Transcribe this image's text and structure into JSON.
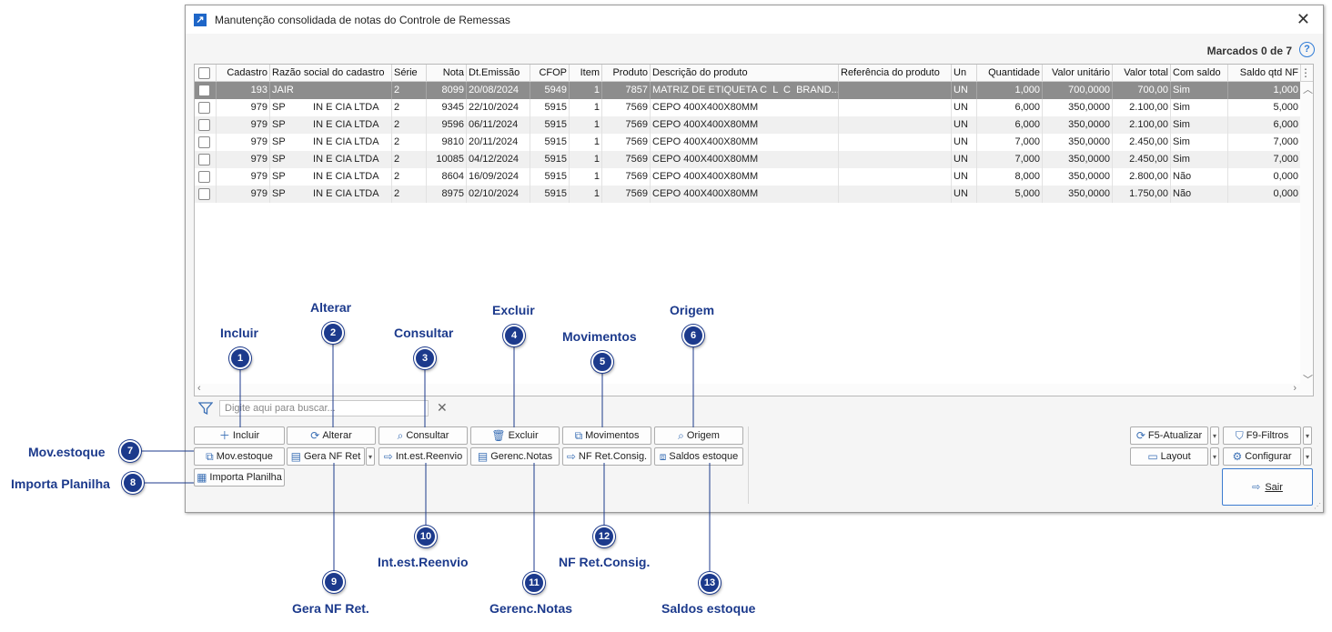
{
  "window": {
    "title": "Manutenção consolidada de notas do Controle de Remessas",
    "marked_label": "Marcados 0 de 7",
    "close_label": "✕",
    "help_label": "?"
  },
  "grid": {
    "headers": [
      "Cadastro",
      "Razão social do cadastro",
      "Série",
      "Nota",
      "Dt.Emissão",
      "CFOP",
      "Item",
      "Produto",
      "Descrição do produto",
      "Referência do produto",
      "Un",
      "Quantidade",
      "Valor unitário",
      "Valor total",
      "Com saldo",
      "Saldo qtd NF"
    ],
    "rows": [
      [
        "193",
        "JAIR",
        "2",
        "8099",
        "20/08/2024",
        "5949",
        "1",
        "7857",
        "MATRIZ DE ETIQUETA C  L  C  BRAND...",
        "",
        "UN",
        "1,000",
        "700,0000",
        "700,00",
        "Sim",
        "1,000"
      ],
      [
        "979",
        "SP          IN E CIA LTDA",
        "2",
        "9345",
        "22/10/2024",
        "5915",
        "1",
        "7569",
        "CEPO 400X400X80MM",
        "",
        "UN",
        "6,000",
        "350,0000",
        "2.100,00",
        "Sim",
        "5,000"
      ],
      [
        "979",
        "SP          IN E CIA LTDA",
        "2",
        "9596",
        "06/11/2024",
        "5915",
        "1",
        "7569",
        "CEPO 400X400X80MM",
        "",
        "UN",
        "6,000",
        "350,0000",
        "2.100,00",
        "Sim",
        "6,000"
      ],
      [
        "979",
        "SP          IN E CIA LTDA",
        "2",
        "9810",
        "20/11/2024",
        "5915",
        "1",
        "7569",
        "CEPO 400X400X80MM",
        "",
        "UN",
        "7,000",
        "350,0000",
        "2.450,00",
        "Sim",
        "7,000"
      ],
      [
        "979",
        "SP          IN E CIA LTDA",
        "2",
        "10085",
        "04/12/2024",
        "5915",
        "1",
        "7569",
        "CEPO 400X400X80MM",
        "",
        "UN",
        "7,000",
        "350,0000",
        "2.450,00",
        "Sim",
        "7,000"
      ],
      [
        "979",
        "SP          IN E CIA LTDA",
        "2",
        "8604",
        "16/09/2024",
        "5915",
        "1",
        "7569",
        "CEPO 400X400X80MM",
        "",
        "UN",
        "8,000",
        "350,0000",
        "2.800,00",
        "Não",
        "0,000"
      ],
      [
        "979",
        "SP          IN E CIA LTDA",
        "2",
        "8975",
        "02/10/2024",
        "5915",
        "1",
        "7569",
        "CEPO 400X400X80MM",
        "",
        "UN",
        "5,000",
        "350,0000",
        "1.750,00",
        "Não",
        "0,000"
      ]
    ]
  },
  "search": {
    "placeholder": "Digite aqui para buscar..."
  },
  "toolbar": {
    "incluir": "Incluir",
    "alterar": "Alterar",
    "consultar": "Consultar",
    "excluir": "Excluir",
    "movimentos": "Movimentos",
    "origem": "Origem",
    "mov_estoque": "Mov.estoque",
    "gera_nf_ret": "Gera NF Ret",
    "int_est_reenvio": "Int.est.Reenvio",
    "gerenc_notas": "Gerenc.Notas",
    "nf_ret_consig": "NF Ret.Consig.",
    "saldos_estoque": "Saldos estoque",
    "importa_planilha": "Importa Planilha",
    "f5_atualizar": "F5-Atualizar",
    "f9_filtros": "F9-Filtros",
    "layout": "Layout",
    "configurar": "Configurar",
    "sair": "Sair"
  },
  "callouts": [
    {
      "number": "1",
      "label": "Incluir"
    },
    {
      "number": "2",
      "label": "Alterar"
    },
    {
      "number": "3",
      "label": "Consultar"
    },
    {
      "number": "4",
      "label": "Excluir"
    },
    {
      "number": "5",
      "label": "Movimentos"
    },
    {
      "number": "6",
      "label": "Origem"
    },
    {
      "number": "7",
      "label": "Mov.estoque"
    },
    {
      "number": "8",
      "label": "Importa Planilha"
    },
    {
      "number": "9",
      "label": "Gera NF Ret."
    },
    {
      "number": "10",
      "label": "Int.est.Reenvio"
    },
    {
      "number": "11",
      "label": "Gerenc.Notas"
    },
    {
      "number": "12",
      "label": "NF Ret.Consig."
    },
    {
      "number": "13",
      "label": "Saldos estoque"
    }
  ],
  "colors": {
    "selected_row": "#8d8d8d",
    "callout": "#1c3a8c",
    "accent": "#3a6fb5"
  },
  "icons": [
    "filter-icon",
    "plus-icon",
    "refresh-icon",
    "search-icon",
    "trash-icon",
    "boxes-icon",
    "exit-icon",
    "layout-icon",
    "sliders-icon",
    "help-icon"
  ]
}
